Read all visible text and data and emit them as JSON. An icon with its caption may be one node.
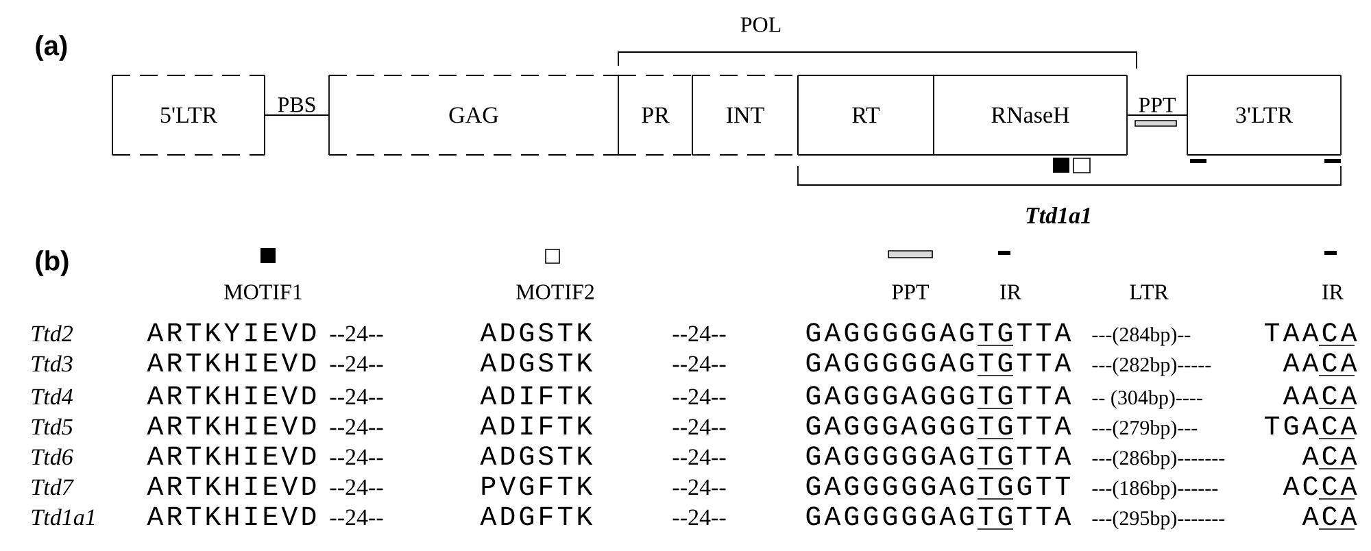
{
  "diagram": {
    "nodes": [
      {
        "text": [
          "5'LTR"
        ]
      },
      {
        "text": [
          "GAG"
        ]
      },
      {
        "text": [
          "PR"
        ]
      },
      {
        "text": [
          "INT"
        ]
      },
      {
        "text": [
          "RT"
        ]
      },
      {
        "text": [
          "RNaseH"
        ]
      },
      {
        "text": [
          "3'LTR"
        ]
      }
    ],
    "edges": [
      {
        "from": 0,
        "to": 1,
        "arrow": "none",
        "label": "PBS"
      },
      {
        "from": 5,
        "to": 6,
        "arrow": "none",
        "label": "PPT"
      }
    ],
    "labels": [
      "(a)",
      "POL",
      "Ttd1a1",
      "(b)",
      "MOTIF1",
      "MOTIF2",
      "PPT",
      "IR",
      "LTR",
      "IR",
      "Ttd2",
      "ARTKYIEVD",
      "--24--",
      "ADGSTK",
      "--24--",
      "GAGGGGGAGTGTTA",
      "---(284bp)--",
      "TAACA",
      "Ttd3",
      "ARTKHIEVD",
      "--24--",
      "ADGSTK",
      "--24--",
      "GAGGGGGAGTGTTA",
      "---(282bp)-----",
      "AACA",
      "Ttd4",
      "ARTKHIEVD",
      "--24--",
      "ADIFTK",
      "--24--",
      "GAGGGAGGGTGTTA",
      "-- (304bp)----",
      "AACA",
      "Ttd5",
      "ARTKHIEVD",
      "--24--",
      "ADIFTK",
      "--24--",
      "GAGGGAGGGTGTTA",
      "---(279bp)---",
      "TGACA",
      "Ttd6",
      "ARTKHIEVD",
      "--24--",
      "ADGSTK",
      "--24--",
      "GAGGGGGAGTGTTA",
      "---(286bp)-------",
      "ACA",
      "Ttd7",
      "ARTKHIEVD",
      "--24--",
      "PVGFTK",
      "--24--",
      "GAGGGGGAGTGGTT",
      "---(186bp)------",
      "ACCA",
      "Ttd1a1",
      "ARTKHIEVD",
      "--24--",
      "ADGFTK",
      "--24--",
      "GAGGGGGAGTGTTA",
      "---(295bp)-------",
      "ACA"
    ]
  }
}
